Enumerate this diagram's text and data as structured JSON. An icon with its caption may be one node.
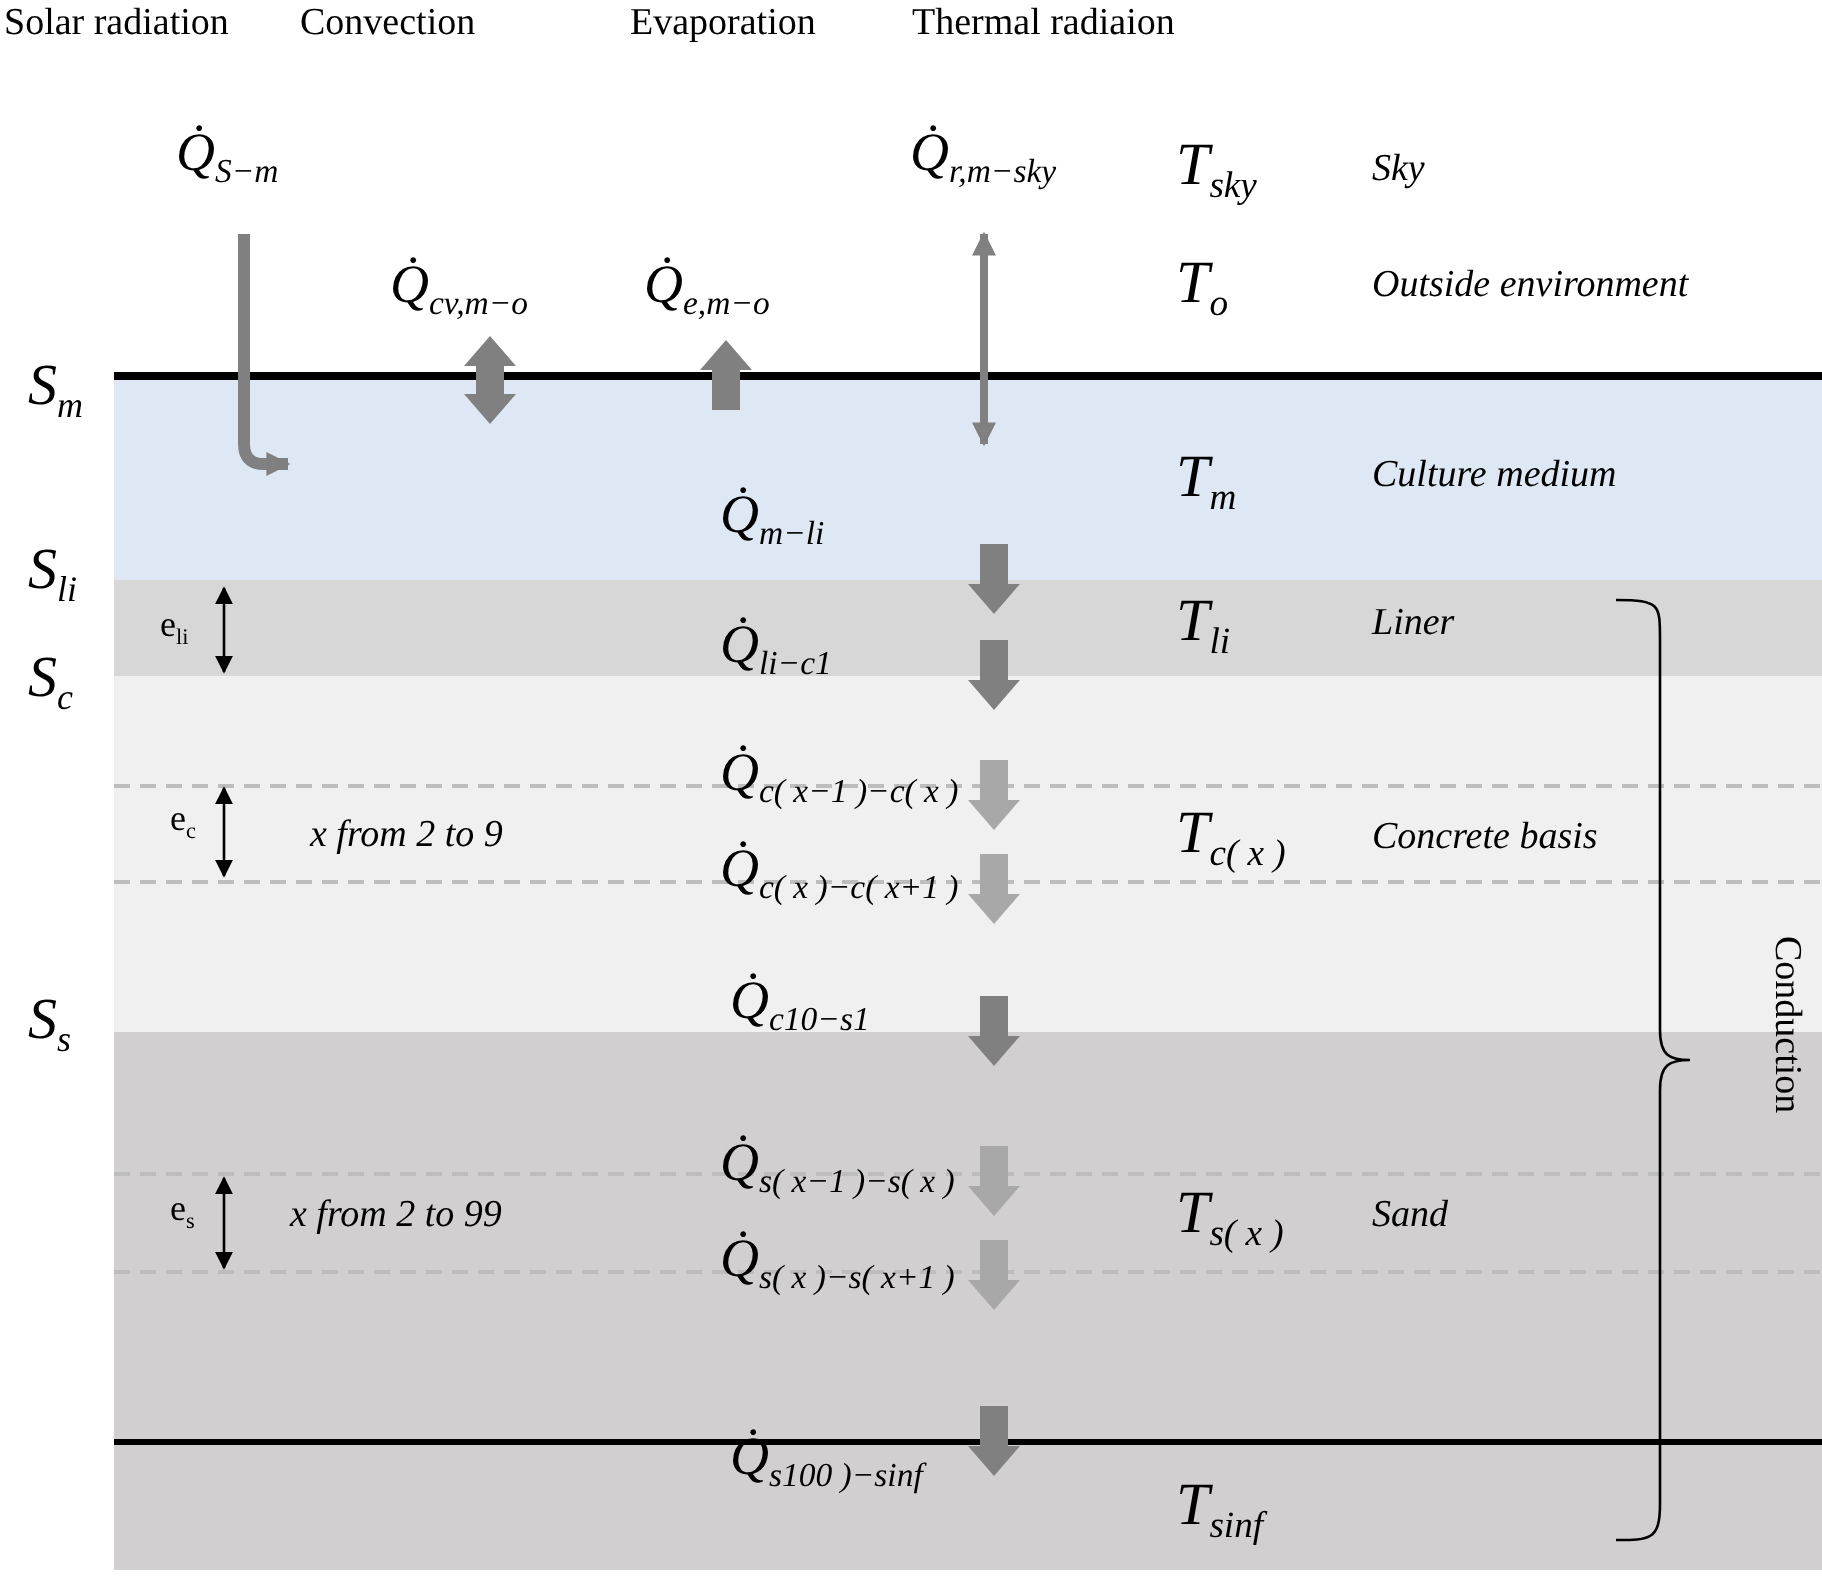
{
  "diagram": {
    "nodes": [
      {
        "text": [
          "T$_{m}$",
          "Culture medium"
        ]
      },
      {
        "text": [
          "T$_{li}$",
          "Liner"
        ]
      },
      {
        "text": [
          "T$_{c( x )}$",
          "Concrete basis"
        ]
      },
      {
        "text": [
          "T$_{s( x )}$",
          "Sand"
        ]
      },
      {
        "text": [
          "T$_{sinf}$"
        ]
      }
    ],
    "edges": [
      {
        "from": 0,
        "to": 1,
        "arrow": "to"
      },
      {
        "from": 1,
        "to": 2,
        "arrow": "to"
      },
      {
        "from": 2,
        "to": 3,
        "arrow": "to"
      },
      {
        "from": 3,
        "to": 4,
        "arrow": "to"
      }
    ],
    "labels": [
      "Solar radiation",
      "Convection",
      "Evaporation",
      "Thermal radiaion",
      "Q̇$_{S−m}$",
      "Q̇$_{r,m−sky}$",
      "T$_{sky}$",
      "Sky",
      "Q̇$_{cv,m−o}$",
      "Q̇$_{e,m−o}$",
      "T$_{o}$",
      "Outside environment",
      "S$_{m}$",
      "Q̇$_{m−li}$",
      "S$_{li}$",
      "e$_{li}$",
      "Q̇$_{li−c1}$",
      "S$_{c}$",
      "e$_{c}$",
      "x from 2 to 9",
      "Q̇$_{c( x−1 )−c( x )}$",
      "Q̇$_{c( x )−c( x+1 )}$",
      "S$_{s}$",
      "Q̇$_{c10−s1}$",
      "e$_{s}$",
      "x from 2 to 99",
      "Q̇$_{s( x−1 )−s( x )}$",
      "Q̇$_{s( x )−s( x+1 )}$",
      "Q̇$_{s100 )−sinf}$",
      "Conduction"
    ]
  }
}
